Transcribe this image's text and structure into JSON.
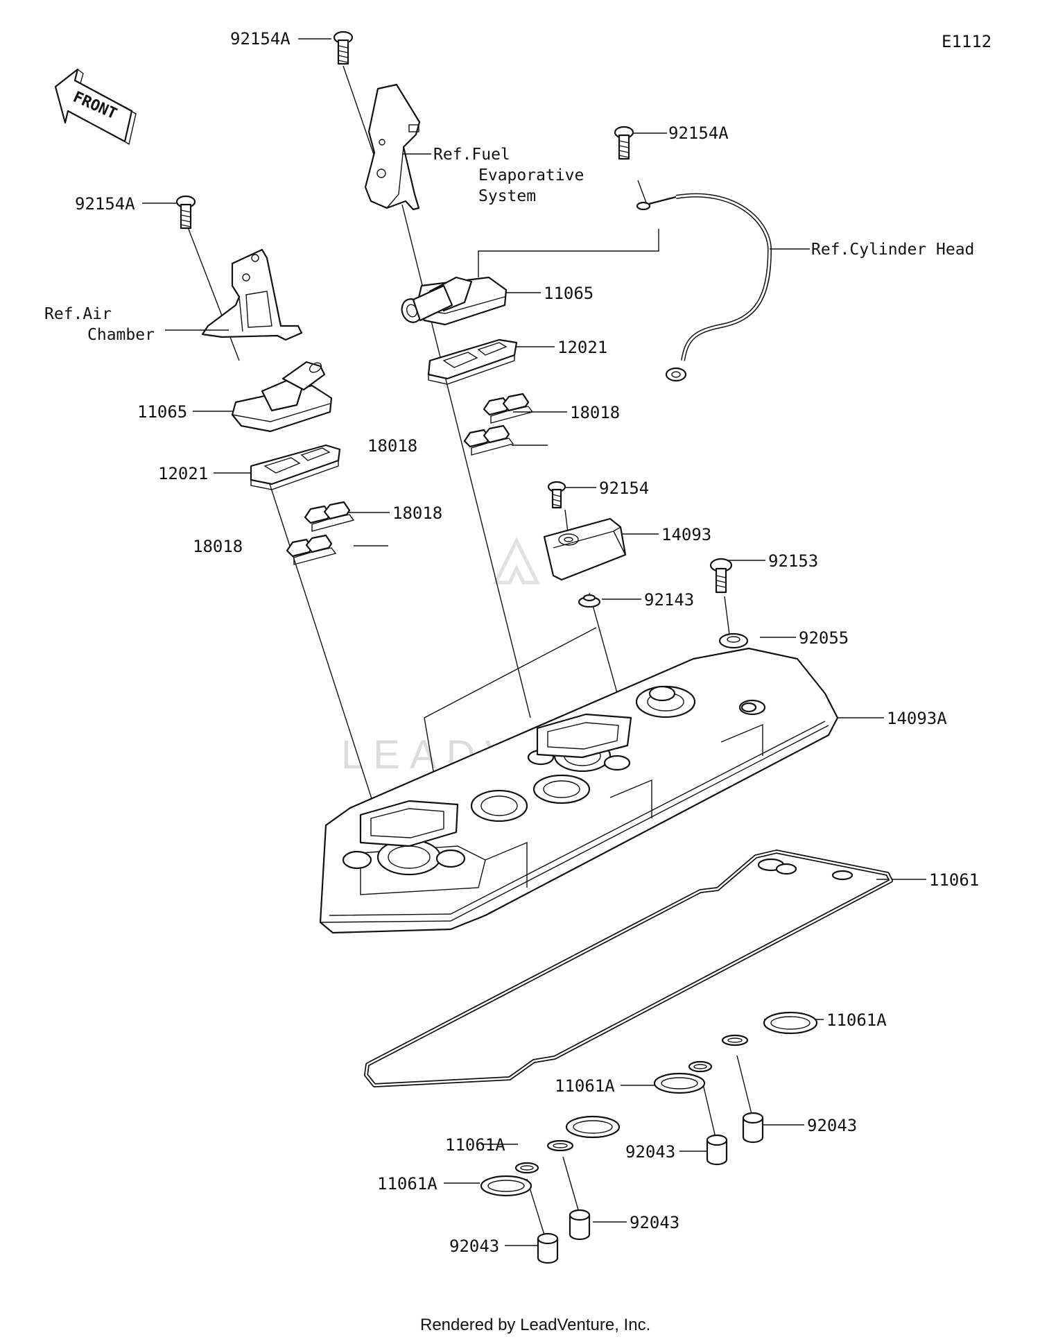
{
  "diagram_code": "E1112",
  "front_label": "FRONT",
  "watermark": "LEADVENTURE",
  "footer": "Rendered by LeadVenture, Inc.",
  "colors": {
    "line": "#111111",
    "background": "#ffffff",
    "watermark": "#dcdcdc"
  },
  "callouts": {
    "bolt_top": "92154A",
    "bolt_right": "92154A",
    "bolt_left": "92154A",
    "cap_center": "11065",
    "cap_left": "11065",
    "gasket_center": "12021",
    "gasket_left": "12021",
    "reed_center_upper": "18018",
    "reed_center_lower": "18018",
    "reed_left_upper": "18018",
    "reed_left_lower": "18018",
    "bolt_sensor": "92154",
    "bracket_sensor": "14093",
    "bolt_cover": "92153",
    "collar_sensor": "92143",
    "grommet": "92055",
    "head_cover": "14093A",
    "cover_gasket": "11061",
    "plug_gasket_1": "11061A",
    "plug_gasket_2": "11061A",
    "plug_gasket_3": "11061A",
    "plug_gasket_4": "11061A",
    "dowel_1": "92043",
    "dowel_2": "92043",
    "dowel_3": "92043",
    "dowel_4": "92043"
  },
  "refs": {
    "fuel_line1": "Ref.Fuel",
    "fuel_line2": "Evaporative",
    "fuel_line3": "System",
    "air_line1": "Ref.Air",
    "air_line2": "Chamber",
    "cylinder_head": "Ref.Cylinder Head"
  }
}
